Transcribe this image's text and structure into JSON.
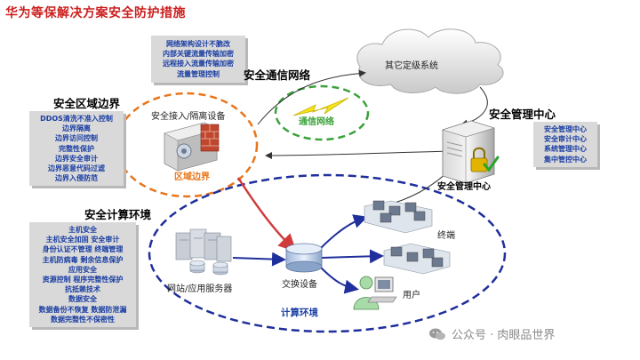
{
  "title": "华为等保解决方案安全防护措施",
  "comm_network": {
    "title": "安全通信网络",
    "items": [
      "网络架构设计不脆改",
      "内部关键流量传输加密",
      "远程接入流量传输加密",
      "流量管理控制"
    ],
    "link_label": "通信网络"
  },
  "area_boundary": {
    "title": "安全区域边界",
    "items": [
      "DDOS清洗不准入控制",
      "边界隔离",
      "边界访问控制",
      "完整性保护",
      "边界安全审计",
      "边界恶意代码过滤",
      "边界入侵防范"
    ],
    "device_label": "安全接入/隔离设备",
    "ellipse_label": "区域边界"
  },
  "mgmt_center": {
    "title": "安全管理中心",
    "items": [
      "安全管理中心",
      "安全审计中心",
      "系统管理中心",
      "集中管控中心"
    ],
    "server_label": "安全管理中心"
  },
  "compute_env": {
    "title": "安全计算环境",
    "items": [
      "主机安全",
      "主机安全加固      安全审计",
      "身份认证不管理      终端管理",
      "主机防病毒  剩余信息保护",
      "应用安全",
      "资源控制  程序完整性保护",
      "抗抵赖技术",
      "数据安全",
      "数据备份不恢复  数据防泄漏",
      "数据完整性不保密性"
    ],
    "servers_label": "网站/应用服务器",
    "switch_label": "交换设备",
    "terminal_label": "终端",
    "user_label": "用户",
    "ellipse_label": "计算环境"
  },
  "cloud_label": "其它定级系统",
  "watermark": "公众号 · 肉眼品世界",
  "colors": {
    "title_red": "#cc1f1f",
    "box_text_blue": "#1a3ea3",
    "box_bg": "#d9d9d9",
    "boundary_orange": "#e8751a",
    "compute_blue": "#1f2f9c",
    "link_green": "#3aa13a"
  }
}
